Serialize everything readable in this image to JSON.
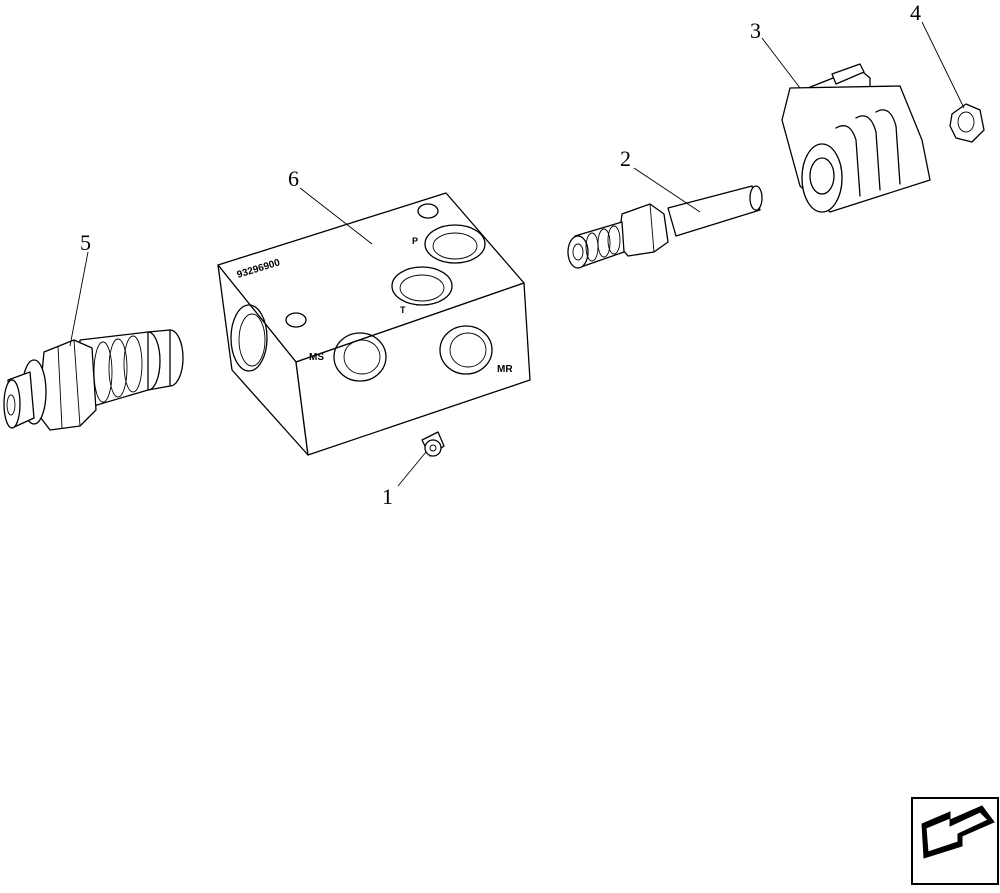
{
  "callouts": {
    "c1": "1",
    "c2": "2",
    "c3": "3",
    "c4": "4",
    "c5": "5",
    "c6": "6"
  },
  "block_markings": {
    "part_number": "93296900",
    "port_p": "P",
    "port_t": "T",
    "port_ms": "MS",
    "port_mr": "MR"
  },
  "icons": {
    "nav": "back-arrow-icon"
  }
}
